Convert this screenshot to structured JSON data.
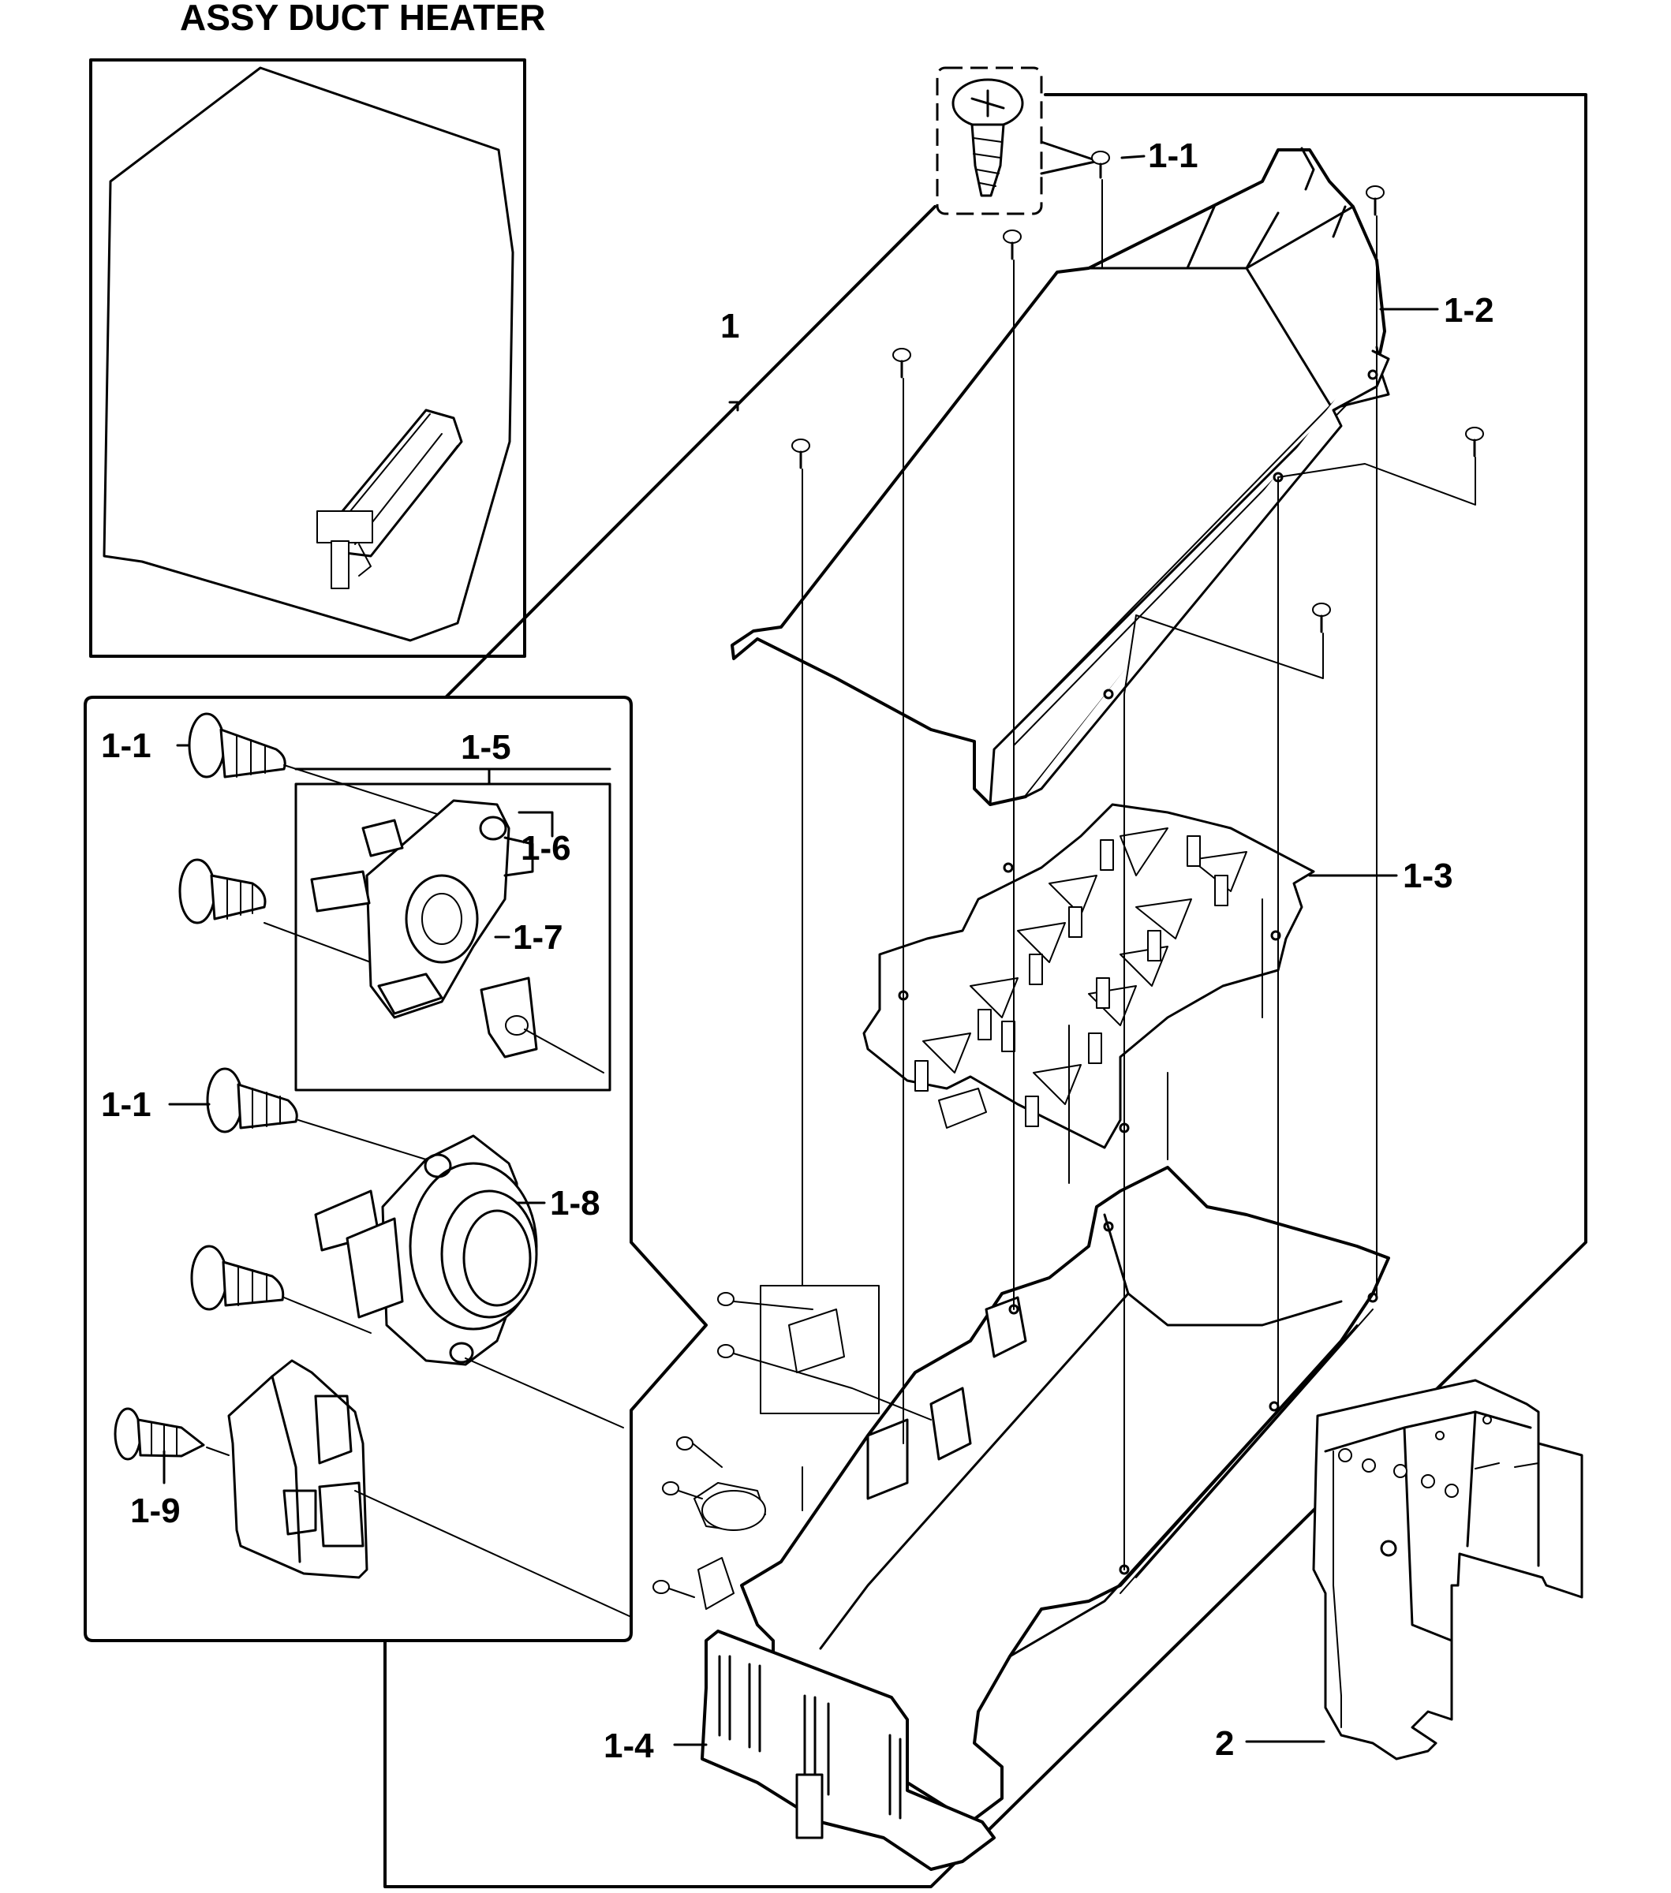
{
  "title": "ASSY DUCT HEATER",
  "callouts": {
    "c1_1_top": "1-1",
    "c1_2": "1-2",
    "c1": "1",
    "c1_3": "1-3",
    "c1_1_a": "1-1",
    "c1_5": "1-5",
    "c1_6": "1-6",
    "c1_7": "1-7",
    "c1_1_b": "1-1",
    "c1_8": "1-8",
    "c1_9": "1-9",
    "c1_4": "1-4",
    "c2": "2"
  }
}
